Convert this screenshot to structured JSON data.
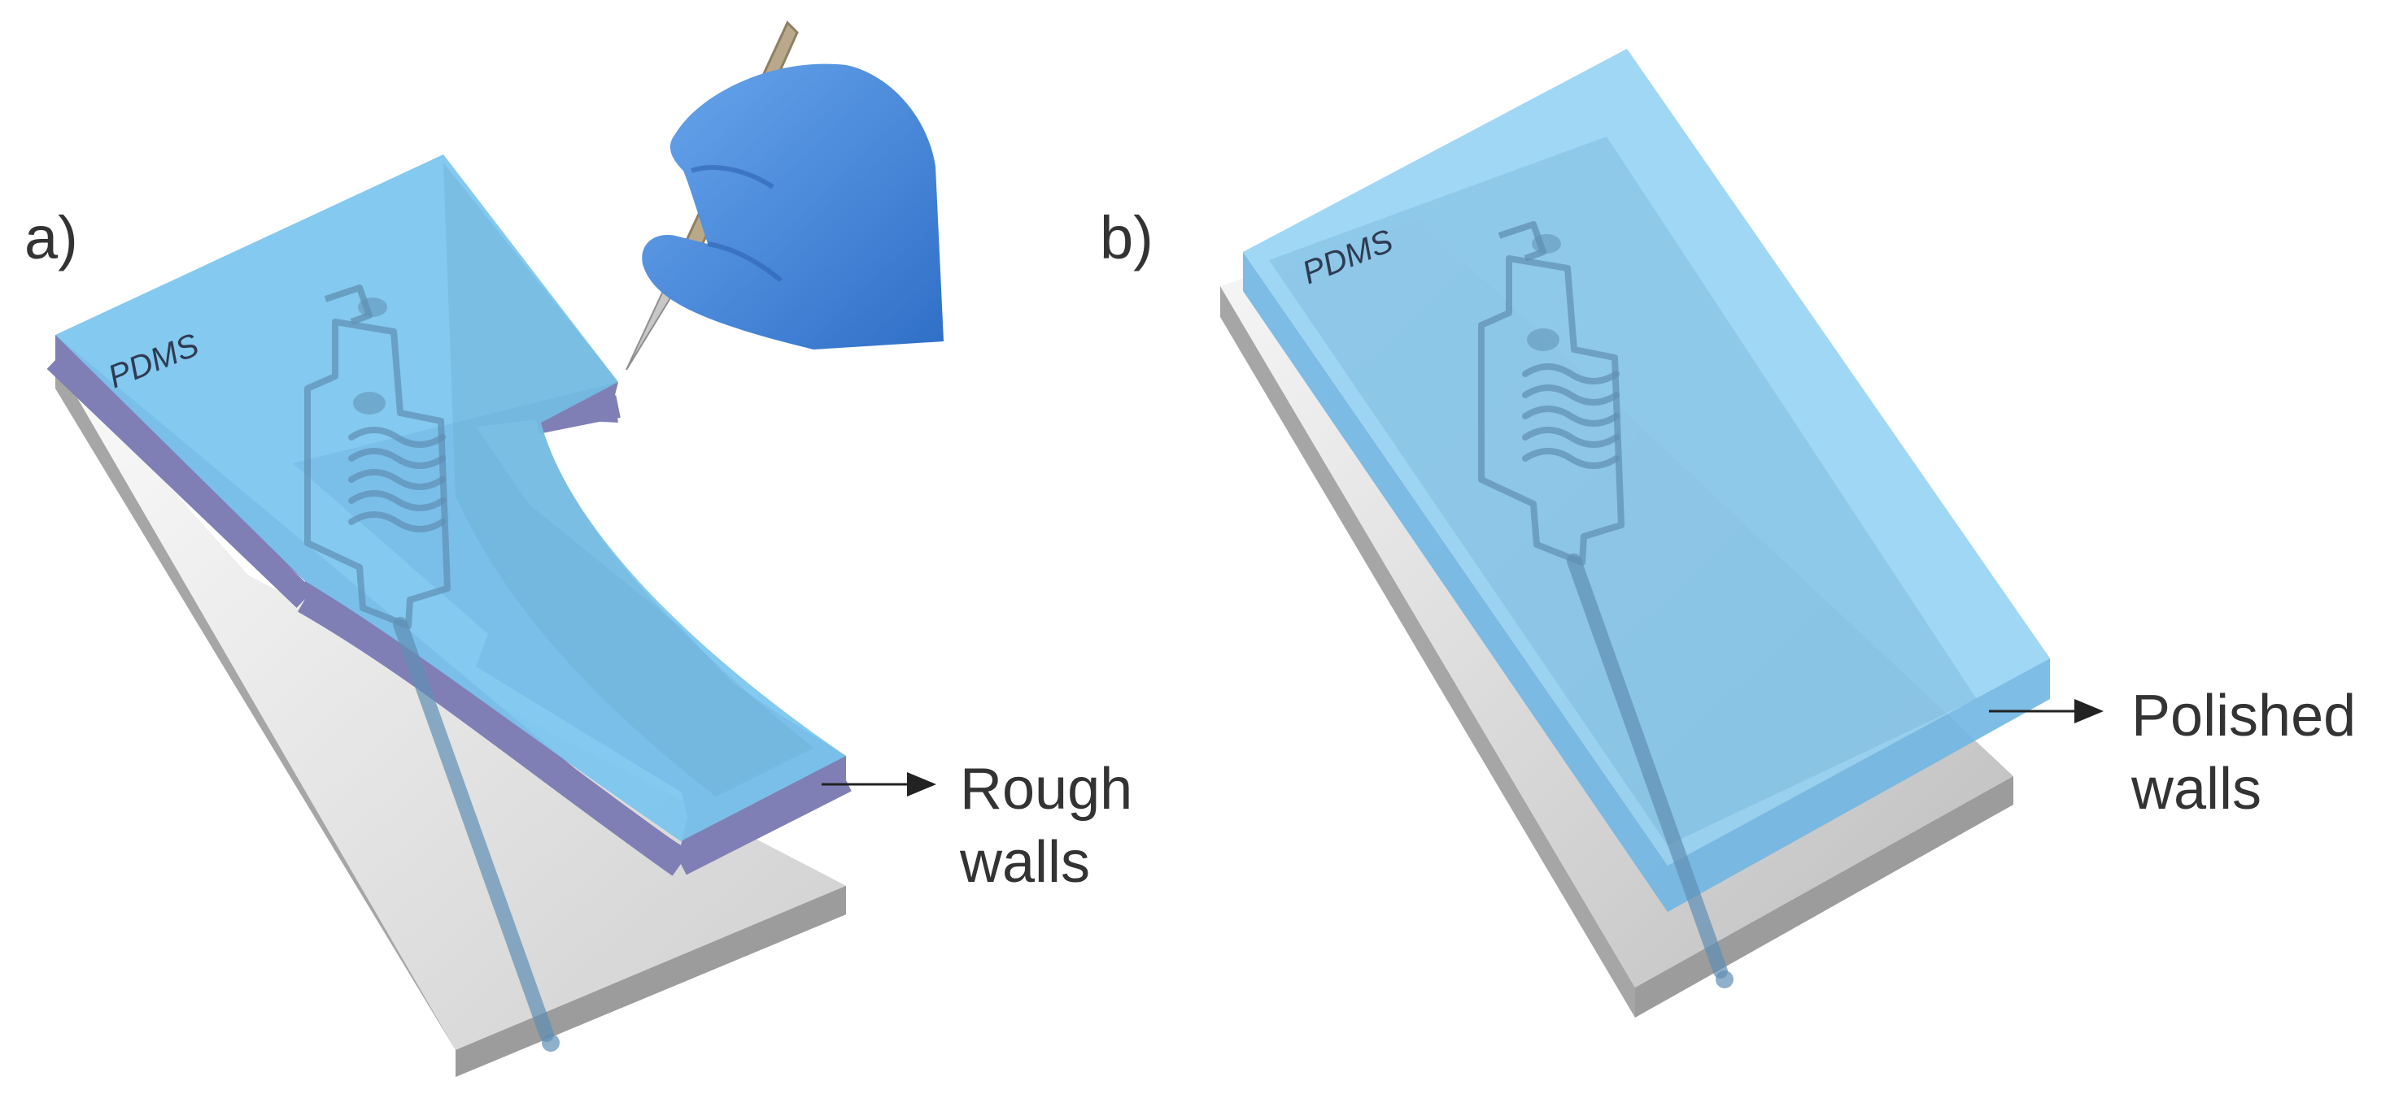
{
  "figure": {
    "panel_a": {
      "label": "a)",
      "material_label": "PDMS",
      "callout": [
        "Rough",
        "walls"
      ]
    },
    "panel_b": {
      "label": "b)",
      "material_label": "PDMS",
      "callout": [
        "Polished",
        "walls"
      ]
    }
  },
  "colors": {
    "pdms_fill": "#79c4ee",
    "pdms_edge_rough": "#7f7fb6",
    "pdms_side_polished": "#6fb6e3",
    "substrate_top": "#f2f2f2",
    "substrate_side": "#a6a6a6",
    "channel": "#5f8fb3",
    "glove": "#4d8fe0",
    "scalpel_handle": "#b9a98a",
    "scalpel_blade": "#c7c7c7"
  },
  "icons": [
    "gloved-hand-icon",
    "scalpel-icon",
    "arrow-right-icon"
  ]
}
